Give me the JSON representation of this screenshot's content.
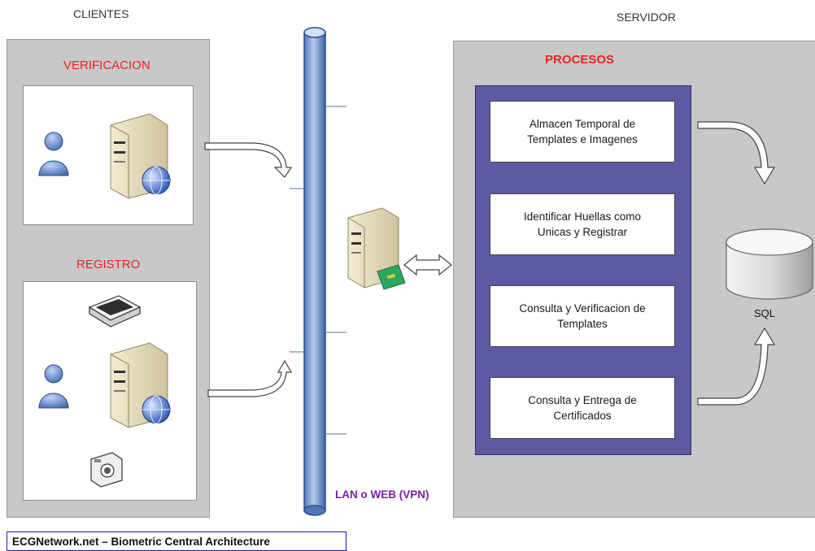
{
  "clients": {
    "heading": "CLIENTES",
    "verification_title": "VERIFICACION",
    "registration_title": "REGISTRO"
  },
  "server": {
    "heading": "SERVIDOR",
    "processes_title": "PROCESOS",
    "processes": [
      "Almacen Temporal de\nTemplates e Imagenes",
      "Identificar Huellas como\nUnicas y Registrar",
      "Consulta y Verificacion de\nTemplates",
      "Consulta y Entrega de\nCertificados"
    ],
    "database_label": "SQL"
  },
  "network": {
    "label": "LAN o WEB (VPN)",
    "label_color": "#7a1fa2"
  },
  "footer": {
    "caption": "ECGNetwork.net – Biometric Central Architecture"
  },
  "colors": {
    "accent_red": "#e8251f",
    "process_area": "#5d5aa2",
    "pipe_blue": "#8fb0dc"
  },
  "icons": [
    "user-icon",
    "web-server-icon",
    "scanner-icon",
    "camera-icon",
    "network-server-icon",
    "database-icon"
  ]
}
